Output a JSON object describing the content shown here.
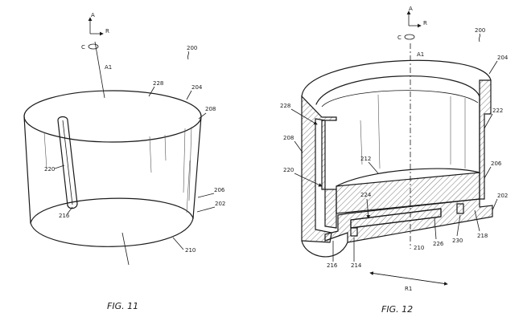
{
  "figures": [
    {
      "caption": "FIG. 11",
      "axis": {
        "A": "A",
        "R": "R",
        "C": "C",
        "A1": "A1"
      },
      "refs": {
        "r200": "200",
        "r228": "228",
        "r204": "204",
        "r208": "208",
        "r220": "220",
        "r216": "216",
        "r206": "206",
        "r202": "202",
        "r210": "210"
      }
    },
    {
      "caption": "FIG. 12",
      "axis": {
        "A": "A",
        "R": "R",
        "C": "C",
        "A1": "A1"
      },
      "refs": {
        "r200": "200",
        "r204": "204",
        "r228": "228",
        "r222": "222",
        "r208": "208",
        "r212": "212",
        "r220": "220",
        "r206": "206",
        "r224": "224",
        "r202": "202",
        "r216": "216",
        "r214": "214",
        "r210": "210",
        "r226": "226",
        "r230": "230",
        "r218": "218",
        "R1": "R1"
      }
    }
  ]
}
